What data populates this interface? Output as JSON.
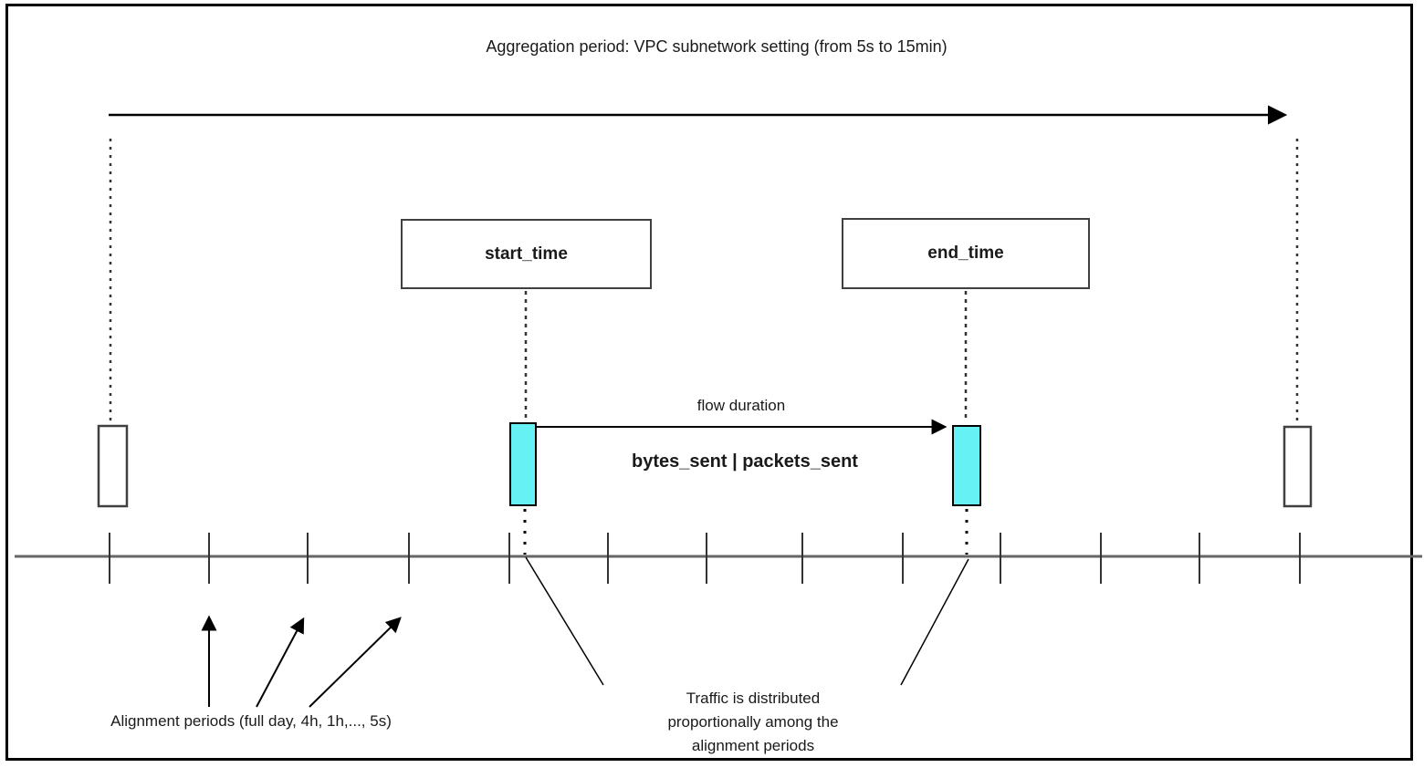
{
  "title": "Aggregation period: VPC subnetwork setting (from 5s to 15min)",
  "timeline": {
    "start_box_label": "start_time",
    "end_box_label": "end_time",
    "flow_duration_label": "flow duration",
    "metrics_label": "bytes_sent | packets_sent"
  },
  "annotations": {
    "alignment_periods": "Alignment periods (full day, 4h, 1h,..., 5s)",
    "traffic_note": [
      "Traffic is distributed",
      "proportionally among the",
      "alignment periods"
    ]
  },
  "colors": {
    "flow_marker_fill": "#66F2F4",
    "flow_marker_stroke": "#000000",
    "edge_marker_fill": "#ffffff",
    "edge_marker_stroke": "#404040",
    "axis_line": "#666666",
    "line": "#000000"
  }
}
